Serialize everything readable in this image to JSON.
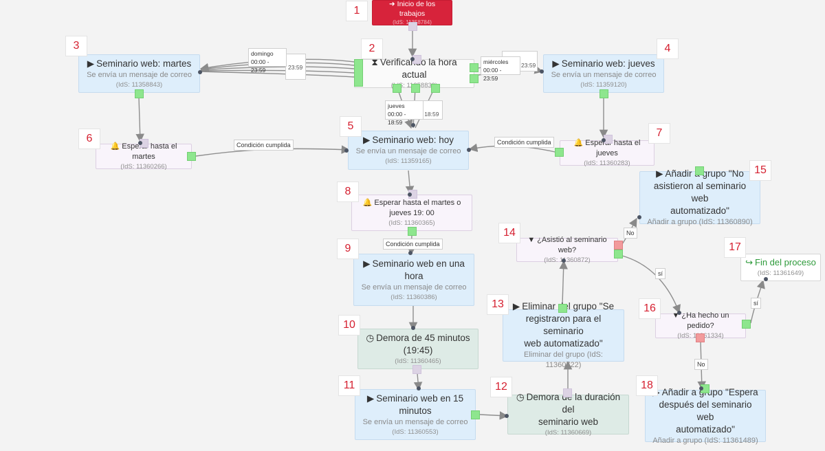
{
  "nodes": {
    "n1": {
      "number": "1",
      "title": "Inicio de los trabajos",
      "ids": "(IdS: 11358784)"
    },
    "n2": {
      "number": "2",
      "title": "Verificando la hora actual",
      "ids": "(IdS: 11358839)"
    },
    "n3": {
      "number": "3",
      "title": "Seminario web: martes",
      "subtitle": "Se envía un mensaje de correo",
      "ids": "(IdS: 11358843)"
    },
    "n4": {
      "number": "4",
      "title": "Seminario web: jueves",
      "subtitle": "Se envía un mensaje de correo",
      "ids": "(IdS: 11359120)"
    },
    "n5": {
      "number": "5",
      "title": "Seminario web: hoy",
      "subtitle": "Se envía un mensaje de correo",
      "ids": "(IdS: 11359165)"
    },
    "n6": {
      "number": "6",
      "title": "Esperar hasta el martes",
      "ids": "(IdS: 11360266)"
    },
    "n7": {
      "number": "7",
      "title": "Esperar hasta el jueves",
      "ids": "(IdS: 11360283)"
    },
    "n8": {
      "number": "8",
      "title_1": "Esperar hasta el martes o",
      "title_2": "jueves 19: 00",
      "ids": "(IdS: 11360365)"
    },
    "n9": {
      "number": "9",
      "title_1": "Seminario web en una",
      "title_2": "hora",
      "subtitle": "Se envía un mensaje de correo",
      "ids": "(IdS: 11360386)"
    },
    "n10": {
      "number": "10",
      "title_1": "Demora de 45 minutos",
      "title_2": "(19:45)",
      "ids": "(IdS: 11360465)"
    },
    "n11": {
      "number": "11",
      "title_1": "Seminario web en 15",
      "title_2": "minutos",
      "subtitle": "Se envía un mensaje de correo",
      "ids": "(IdS: 11360553)"
    },
    "n12": {
      "number": "12",
      "title_1": "Demora de la duración del",
      "title_2": "seminario web",
      "ids": "(IdS: 11360669)"
    },
    "n13": {
      "number": "13",
      "title_1": "Eliminar del grupo \"Se",
      "title_2": "registraron para el seminario",
      "title_3": "web automatizado\"",
      "subtitle": "Eliminar del grupo (IdS: 11360722)"
    },
    "n14": {
      "number": "14",
      "title": "¿Asistió al seminario web?",
      "ids": "(IdS: 11360872)"
    },
    "n15": {
      "number": "15",
      "title_1": "Añadir a grupo \"No",
      "title_2": "asistieron al seminario web",
      "title_3": "automatizado\"",
      "subtitle": "Añadir a grupo (IdS: 11360890)"
    },
    "n16": {
      "number": "16",
      "title": "¿Ha hecho un pedido?",
      "ids": "(IdS: 11361334)"
    },
    "n17": {
      "number": "17",
      "title": "Fin del proceso",
      "ids": "(IdS: 11361649)"
    },
    "n18": {
      "number": "18",
      "title_1": "Añadir a grupo \"Espera",
      "title_2": "después del seminario web",
      "title_3": "automatizado\"",
      "subtitle": "Añadir a grupo (IdS: 11361489)"
    }
  },
  "schedules": {
    "domingo": {
      "day": "domingo",
      "time": "00:00 - 23:59",
      "ghost_time": "23:59"
    },
    "miercoles": {
      "day": "miércoles",
      "time": "00:00 - 23:59",
      "ghost_time": "23:59"
    },
    "jueves": {
      "day": "jueves",
      "time": "00:00 - 18:59",
      "ghost_time": "- 18:59"
    }
  },
  "labels": {
    "condicion_cumplida": "Condición cumplida",
    "no": "No",
    "si": "sí"
  },
  "colors": {
    "start_red": "#d7233b",
    "port_green": "#8ee68e",
    "port_red": "#f29a9c",
    "number_red": "#d51f2f",
    "end_green": "#2d9a3a"
  },
  "icons": {
    "play": "play-icon",
    "hourglass": "hourglass-icon",
    "bell": "bell-icon",
    "clock": "clock-icon",
    "filter": "filter-icon",
    "exit": "exit-icon"
  }
}
